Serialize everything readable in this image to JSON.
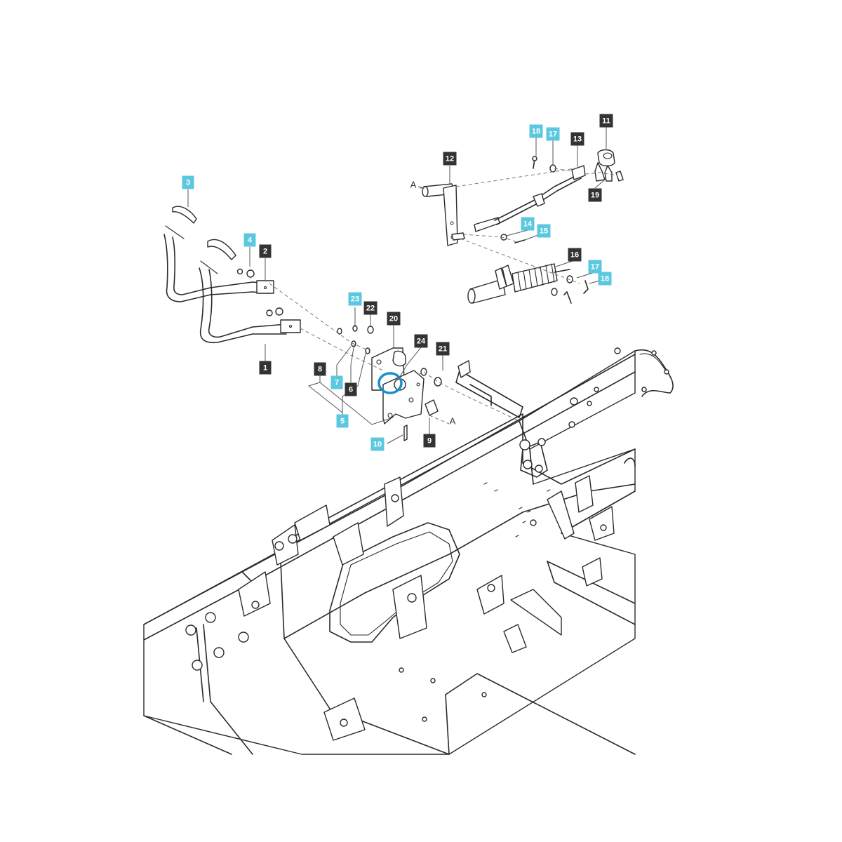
{
  "colors": {
    "dark_label_bg": "#333333",
    "dark_label_fg": "#ffffff",
    "light_label_bg": "#5cc8e0",
    "light_label_fg": "#ffffff",
    "highlight_ring": "#1a8fc9"
  },
  "callouts": [
    {
      "id": "c1",
      "text": "1",
      "style": "dark"
    },
    {
      "id": "c2",
      "text": "2",
      "style": "dark"
    },
    {
      "id": "c3",
      "text": "3",
      "style": "light"
    },
    {
      "id": "c4",
      "text": "4",
      "style": "light"
    },
    {
      "id": "c5",
      "text": "5",
      "style": "light"
    },
    {
      "id": "c6",
      "text": "6",
      "style": "dark"
    },
    {
      "id": "c7",
      "text": "7",
      "style": "light"
    },
    {
      "id": "c8",
      "text": "8",
      "style": "dark"
    },
    {
      "id": "c9",
      "text": "9",
      "style": "dark"
    },
    {
      "id": "c10",
      "text": "10",
      "style": "light"
    },
    {
      "id": "c11",
      "text": "11",
      "style": "dark"
    },
    {
      "id": "c12",
      "text": "12",
      "style": "dark"
    },
    {
      "id": "c13",
      "text": "13",
      "style": "dark"
    },
    {
      "id": "c14",
      "text": "14",
      "style": "light"
    },
    {
      "id": "c15",
      "text": "15",
      "style": "light"
    },
    {
      "id": "c16",
      "text": "16",
      "style": "dark"
    },
    {
      "id": "c17a",
      "text": "17",
      "style": "light"
    },
    {
      "id": "c17b",
      "text": "17",
      "style": "light"
    },
    {
      "id": "c18a",
      "text": "18",
      "style": "light"
    },
    {
      "id": "c18b",
      "text": "18",
      "style": "light"
    },
    {
      "id": "c19",
      "text": "19",
      "style": "dark"
    },
    {
      "id": "c20",
      "text": "20",
      "style": "dark"
    },
    {
      "id": "c21",
      "text": "21",
      "style": "dark"
    },
    {
      "id": "c22",
      "text": "22",
      "style": "dark"
    },
    {
      "id": "c23",
      "text": "23",
      "style": "light"
    },
    {
      "id": "c24",
      "text": "24",
      "style": "dark"
    }
  ],
  "reference_marks": {
    "a_top": "A",
    "a_bottom": "A"
  },
  "highlighted_part": "24"
}
